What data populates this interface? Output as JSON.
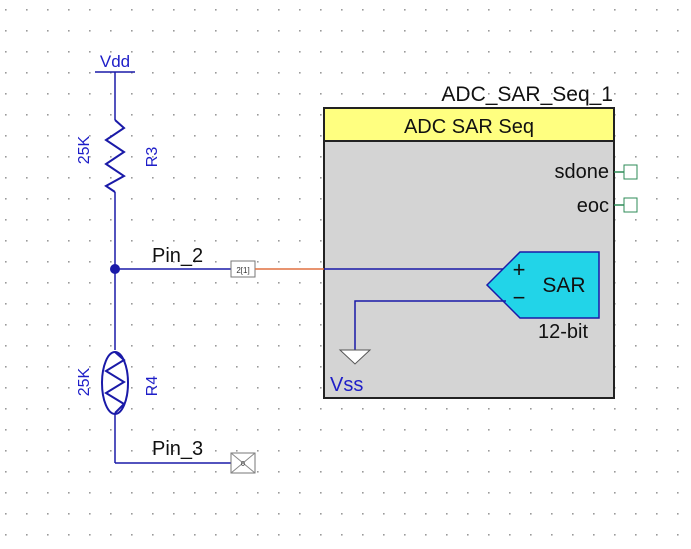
{
  "power": {
    "vdd_label": "Vdd",
    "vss_label": "Vss"
  },
  "resistors": [
    {
      "value": "25K",
      "ref": "R3"
    },
    {
      "value": "25K",
      "ref": "R4"
    }
  ],
  "pins": [
    {
      "name": "Pin_2",
      "box_text": "2[1]"
    },
    {
      "name": "Pin_3",
      "box_text": "0"
    }
  ],
  "component": {
    "instance_name": "ADC_SAR_Seq_1",
    "title": "ADC SAR Seq",
    "outputs": [
      "sdone",
      "eoc"
    ],
    "sar_label": "SAR",
    "plus": "+",
    "minus": "−",
    "resolution": "12-bit"
  },
  "colors": {
    "wire": "#1a1aa8",
    "label": "#1e1ec8",
    "header": "#ffff80",
    "body": "#d4d4d4",
    "sar": "#22d4e8",
    "highlight_wire": "#e07040",
    "terminal": "#2e8b57",
    "grid": "#9a9a9a"
  }
}
